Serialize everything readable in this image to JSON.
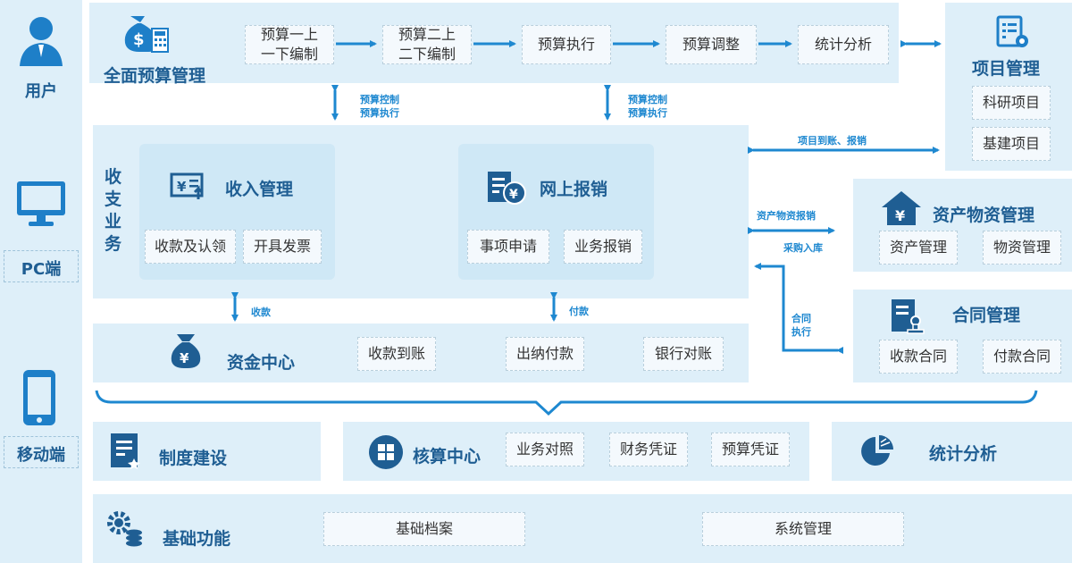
{
  "sidebar": {
    "items": [
      {
        "label": "用户",
        "icon": "user-icon"
      },
      {
        "label": "PC端",
        "icon": "monitor-icon"
      },
      {
        "label": "移动端",
        "icon": "mobile-phone-icon"
      }
    ]
  },
  "budget": {
    "title": "全面预算管理",
    "icon": "money-bag-calculator-icon",
    "steps": [
      "预算一上\n一下编制",
      "预算二上\n二下编制",
      "预算执行",
      "预算调整",
      "统计分析"
    ]
  },
  "project": {
    "title": "项目管理",
    "icon": "project-settings-icon",
    "items": [
      "科研项目",
      "基建项目"
    ]
  },
  "arrows": {
    "budget_control_left": "预算控制\n预算执行",
    "budget_control_right": "预算控制\n预算执行",
    "project_payment": "项目到账、报销",
    "asset_reimburse": "资产物资报销",
    "purchase_storage": "采购入库",
    "contract_exec": "合同\n执行",
    "receipt": "收款",
    "payment": "付款"
  },
  "income_expense": {
    "title": "收\n支\n业\n务",
    "income": {
      "title": "收入管理",
      "icon": "invoice-yuan-icon",
      "items": [
        "收款及认领",
        "开具发票"
      ]
    },
    "reimburse": {
      "title": "网上报销",
      "icon": "document-yuan-icon",
      "items": [
        "事项申请",
        "业务报销"
      ]
    }
  },
  "asset": {
    "title": "资产物资管理",
    "icon": "house-yuan-icon",
    "items": [
      "资产管理",
      "物资管理"
    ]
  },
  "contract": {
    "title": "合同管理",
    "icon": "contract-stamp-icon",
    "items": [
      "收款合同",
      "付款合同"
    ]
  },
  "fund": {
    "title": "资金中心",
    "icon": "yuan-bag-icon",
    "items": [
      "收款到账",
      "出纳付款",
      "银行对账"
    ]
  },
  "bottom": {
    "system": {
      "title": "制度建设",
      "icon": "document-star-icon"
    },
    "accounting": {
      "title": "核算中心",
      "icon": "grid-circle-icon",
      "items": [
        "业务对照",
        "财务凭证",
        "预算凭证"
      ]
    },
    "stats": {
      "title": "统计分析",
      "icon": "pie-chart-icon"
    },
    "base": {
      "title": "基础功能",
      "icon": "gears-coins-icon",
      "items": [
        "基础档案",
        "系统管理"
      ]
    }
  },
  "colors": {
    "panel": "#deeff9",
    "accent": "#1e88d0",
    "title": "#1f5e93"
  }
}
